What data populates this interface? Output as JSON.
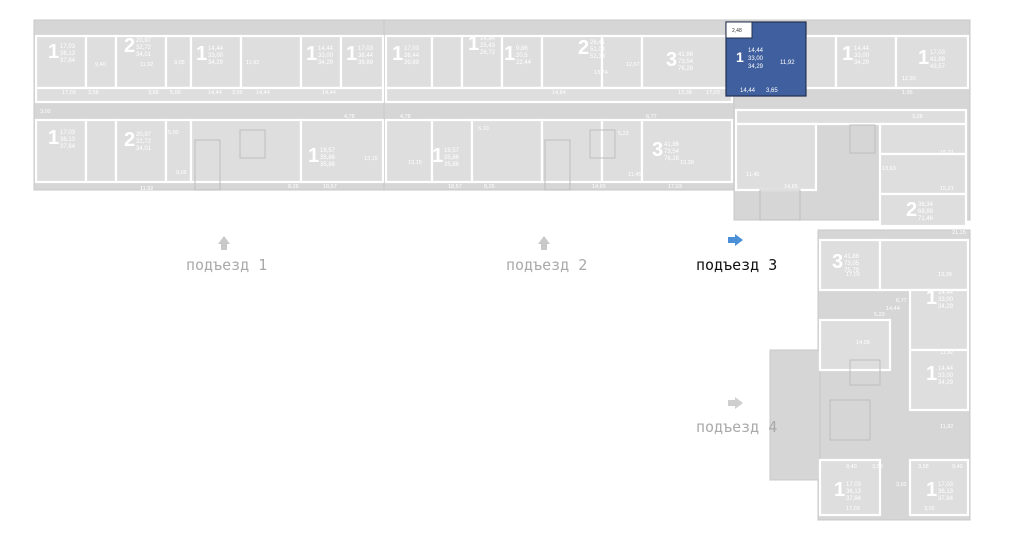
{
  "entrances": [
    {
      "label": "подъезд 1",
      "active": false
    },
    {
      "label": "подъезд 2",
      "active": false
    },
    {
      "label": "подъезд 3",
      "active": true
    },
    {
      "label": "подъезд 4",
      "active": false
    }
  ],
  "highlighted_apartment": {
    "rooms": "1",
    "area_living": "14,44",
    "area_total": "33,00",
    "area_total2": "34,29",
    "rooms_labels": [
      "14,44",
      "11,92",
      "3,65",
      "2,48"
    ]
  },
  "apartments": [
    {
      "rooms": "1",
      "a1": "17,03",
      "a2": "36,13",
      "a3": "37,84"
    },
    {
      "rooms": "2",
      "a1": "20,97",
      "a2": "32,72",
      "a3": "34,01"
    },
    {
      "rooms": "1",
      "a1": "14,44",
      "a2": "33,00",
      "a3": "34,29"
    },
    {
      "rooms": "1",
      "a1": "14,44",
      "a2": "33,00",
      "a3": "34,29"
    },
    {
      "rooms": "1",
      "a1": "17,03",
      "a2": "38,44",
      "a3": "39,89"
    },
    {
      "rooms": "1",
      "a1": "17,03",
      "a2": "38,44",
      "a3": "39,89"
    },
    {
      "rooms": "1",
      "a1": "14,84",
      "a2": "25,43",
      "a3": "26,72"
    },
    {
      "rooms": "1",
      "a1": "9,86",
      "a2": "20,5",
      "a3": "22,44"
    },
    {
      "rooms": "2",
      "a1": "26,41",
      "a2": "51,04",
      "a3": "52,33"
    },
    {
      "rooms": "3",
      "a1": "41,86",
      "a2": "73,54",
      "a3": "76,28"
    },
    {
      "rooms": "1",
      "a1": "14,44",
      "a2": "33,00",
      "a3": "34,29"
    },
    {
      "rooms": "1",
      "a1": "17,03",
      "a2": "41,88",
      "a3": "43,57"
    },
    {
      "rooms": "1",
      "a1": "17,03",
      "a2": "36,13",
      "a3": "37,84"
    },
    {
      "rooms": "2",
      "a1": "20,97",
      "a2": "32,72",
      "a3": "34,01"
    },
    {
      "rooms": "1",
      "a1": "18,57",
      "a2": "35,86",
      "a3": "35,86"
    },
    {
      "rooms": "1",
      "a1": "18,57",
      "a2": "35,86",
      "a3": "35,86"
    },
    {
      "rooms": "3",
      "a1": "41,86",
      "a2": "73,54",
      "a3": "76,28"
    },
    {
      "rooms": "2",
      "a1": "36,34",
      "a2": "68,88",
      "a3": "71,46"
    },
    {
      "rooms": "3",
      "a1": "41,86",
      "a2": "73,05",
      "a3": "75,79"
    },
    {
      "rooms": "1",
      "a1": "14,44",
      "a2": "33,00",
      "a3": "34,29"
    },
    {
      "rooms": "1",
      "a1": "14,44",
      "a2": "33,00",
      "a3": "34,29"
    },
    {
      "rooms": "1",
      "a1": "17,03",
      "a2": "36,13",
      "a3": "37,84"
    },
    {
      "rooms": "1",
      "a1": "17,03",
      "a2": "36,13",
      "a3": "37,84"
    }
  ],
  "room_labels": [
    "9,40",
    "11,92",
    "9,05",
    "11,92",
    "14,44",
    "17,03",
    "3,58",
    "3,02",
    "3,65",
    "5,00",
    "14,44",
    "14,44",
    "3,65",
    "4,78",
    "5,23",
    "8,26",
    "13,15",
    "18,57",
    "11,45",
    "14,65",
    "13,38",
    "17,03",
    "6,77",
    "12,67",
    "13,74",
    "14,84",
    "12,90",
    "15,21",
    "15,21",
    "13,63",
    "21,15",
    "13,38",
    "17,03",
    "6,77",
    "14,44",
    "11,92",
    "14,08",
    "11,92",
    "9,40",
    "3,58",
    "17,03",
    "3,02",
    "5,00",
    "11,92",
    "9,05",
    "4,78",
    "6,10",
    "13,15",
    "18,57",
    "8,26",
    "13,38",
    "14,65",
    "11,45",
    "17,03",
    "5,23",
    "9,40",
    "3,58",
    "3,02",
    "1,95",
    "3,28"
  ],
  "colors": {
    "highlight": "#3f5f9e",
    "walls": "#d6d6d6",
    "active_arrow": "#4a90d9",
    "inactive_arrow": "#bfbfbf"
  }
}
